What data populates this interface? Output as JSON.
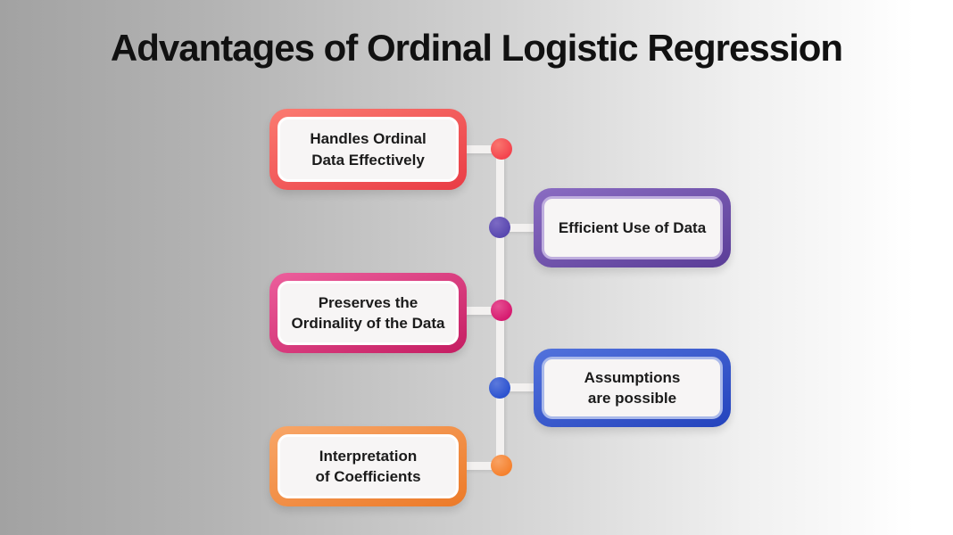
{
  "title": "Advantages of Ordinal Logistic Regression",
  "timeline": {
    "line_color": "#f3f1f0"
  },
  "items": [
    {
      "label": "Handles Ordinal\nData Effectively",
      "side": "left",
      "colors": {
        "grad_light": "#fb7b71",
        "grad_dark": "#e93c45",
        "inner_stroke": "#ffffff",
        "dot": "#f4434d",
        "dot_hi": "#f9766f"
      }
    },
    {
      "label": "Efficient Use of Data",
      "side": "right",
      "colors": {
        "grad_light": "#8a6cc2",
        "grad_dark": "#5a3d97",
        "inner_stroke": "#bfaede",
        "dot": "#5847af",
        "dot_hi": "#7c6ac4"
      }
    },
    {
      "label": "Preserves the\nOrdinality of the Data",
      "side": "left",
      "colors": {
        "grad_light": "#ec5f9c",
        "grad_dark": "#c51d62",
        "inner_stroke": "#ffffff",
        "dot": "#d61a6f",
        "dot_hi": "#e64f92"
      }
    },
    {
      "label": "Assumptions\nare possible",
      "side": "right",
      "colors": {
        "grad_light": "#5272dc",
        "grad_dark": "#2443bd",
        "inner_stroke": "#aab9ea",
        "dot": "#2c52cf",
        "dot_hi": "#5b79dc"
      }
    },
    {
      "label": "Interpretation\nof Coefficients",
      "side": "left",
      "colors": {
        "grad_light": "#f8a668",
        "grad_dark": "#ec7a28",
        "inner_stroke": "#ffffff",
        "dot": "#f5812e",
        "dot_hi": "#f9a263"
      }
    }
  ]
}
